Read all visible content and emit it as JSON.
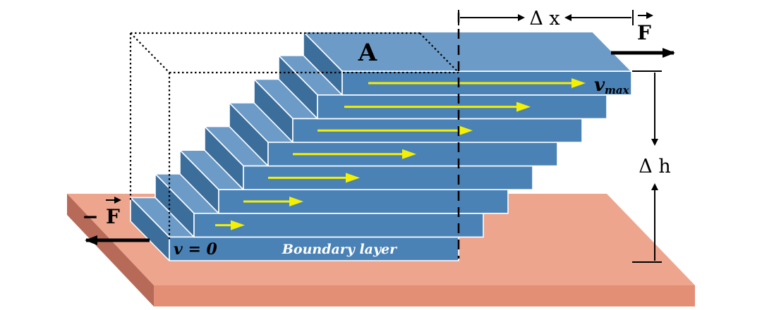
{
  "labels": {
    "area": "A",
    "delta_x": "Δ x",
    "delta_h": "Δ h",
    "force_top": "F",
    "force_bottom_sign": "−",
    "force_bottom": "F",
    "v_max_v": "v",
    "v_max_sub": "max",
    "v_zero": "v = 0",
    "boundary_layer": "Boundary layer"
  },
  "layers": {
    "count": 8,
    "velocity_fractions": [
      0,
      0.14,
      0.29,
      0.43,
      0.57,
      0.71,
      0.86,
      1.0
    ]
  },
  "colors": {
    "layer_front": "#4a82b6",
    "layer_top": "#6c9bc8",
    "layer_side": "#3c6e9c",
    "velocity_arrow": "#f5f000",
    "ground_top": "#eda58e",
    "ground_front": "#e38f76",
    "ground_side": "#b86a58",
    "ink": "#000000"
  }
}
